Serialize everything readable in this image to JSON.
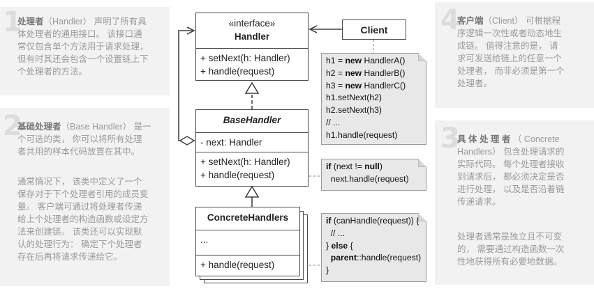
{
  "panel1": {
    "number": "1",
    "lines": [
      "处理者（Handler） 声明了所有具",
      "体处理者的通用接口。 该接口通",
      "常仅包含单个方法用于请求处理，",
      "但有时其还会包含一个设置链上下",
      "个处理者的方法。"
    ],
    "bold_term": "处理者"
  },
  "panel2": {
    "number": "2",
    "bold_term": "基础处理者",
    "para1": [
      "基础处理者（Base Handler） 是一",
      "个可选的类， 你可以将所有处理",
      "者共用的样本代码放置在其中。"
    ],
    "para2": [
      "通常情况下， 该类中定义了一个",
      "保存对于下个处理者引用的成员变",
      "量。 客户端可通过将处理者传递",
      "给上个处理者的构造函数或设定方",
      "法来创建链。 该类还可以实现默",
      "认的处理行为： 确定下个处理者",
      "存在后再将请求传递给它。"
    ]
  },
  "panel3": {
    "number": "3",
    "bold_term": "具 体 处 理 者",
    "para1": [
      "具 体 处 理 者 （ Concrete",
      "Handlers） 包含处理请求的",
      "实际代码。 每个处理者接收",
      "到请求后， 都必须决定是否",
      "进行处理， 以及是否沿着链",
      "传递请求。"
    ],
    "para2": [
      "处理者通常是独立且不可变",
      "的， 需要通过构造函数一次",
      "性地获得所有必要地数据。"
    ]
  },
  "panel4": {
    "number": "4",
    "bold_term": "客户端",
    "lines": [
      "客户端（Client） 可根据程",
      "序逻辑一次性或者动态地生",
      "成链。 值得注意的是， 请",
      "求可发送给链上的任意一个",
      "处理者， 而非必须是第一个",
      "处理者。"
    ]
  },
  "handler": {
    "stereotype": "«interface»",
    "name": "Handler",
    "methods": [
      "+ setNext(h: Handler)",
      "+ handle(request)"
    ]
  },
  "base_handler": {
    "name": "BaseHandler",
    "fields": [
      "- next: Handler"
    ],
    "methods": [
      "+ setNext(h: Handler)",
      "+ handle(request)"
    ]
  },
  "concrete_handlers": {
    "name": "ConcreteHandlers",
    "fields": [
      "..."
    ],
    "methods": [
      "+ handle(request)"
    ]
  },
  "client": {
    "name": "Client"
  },
  "client_note": [
    [
      [
        "h1 = ",
        false
      ],
      [
        "new",
        true
      ],
      [
        " HandlerA()",
        false
      ]
    ],
    [
      [
        "h2 = ",
        false
      ],
      [
        "new",
        true
      ],
      [
        " HandlerB()",
        false
      ]
    ],
    [
      [
        "h3 = ",
        false
      ],
      [
        "new",
        true
      ],
      [
        " HandlerC()",
        false
      ]
    ],
    [
      [
        "h1.setNext(h2)",
        false
      ]
    ],
    [
      [
        "h2.setNext(h3)",
        false
      ]
    ],
    [
      [
        "// ...",
        false
      ]
    ],
    [
      [
        "h1.handle(request)",
        false
      ]
    ]
  ],
  "base_note": [
    [
      [
        "if",
        true
      ],
      [
        " (next != ",
        false
      ],
      [
        "null",
        true
      ],
      [
        ")",
        false
      ]
    ],
    [
      [
        "  next.handle(request)",
        false
      ]
    ]
  ],
  "concrete_note": [
    [
      [
        "if",
        true
      ],
      [
        " (canHandle(request)) {",
        false
      ]
    ],
    [
      [
        "  // ...",
        false
      ]
    ],
    [
      [
        "} ",
        false
      ],
      [
        "else",
        true
      ],
      [
        " {",
        false
      ]
    ],
    [
      [
        "  ",
        false
      ],
      [
        "parent",
        true
      ],
      [
        "::handle(request)",
        false
      ]
    ],
    [
      [
        "}",
        false
      ]
    ]
  ]
}
